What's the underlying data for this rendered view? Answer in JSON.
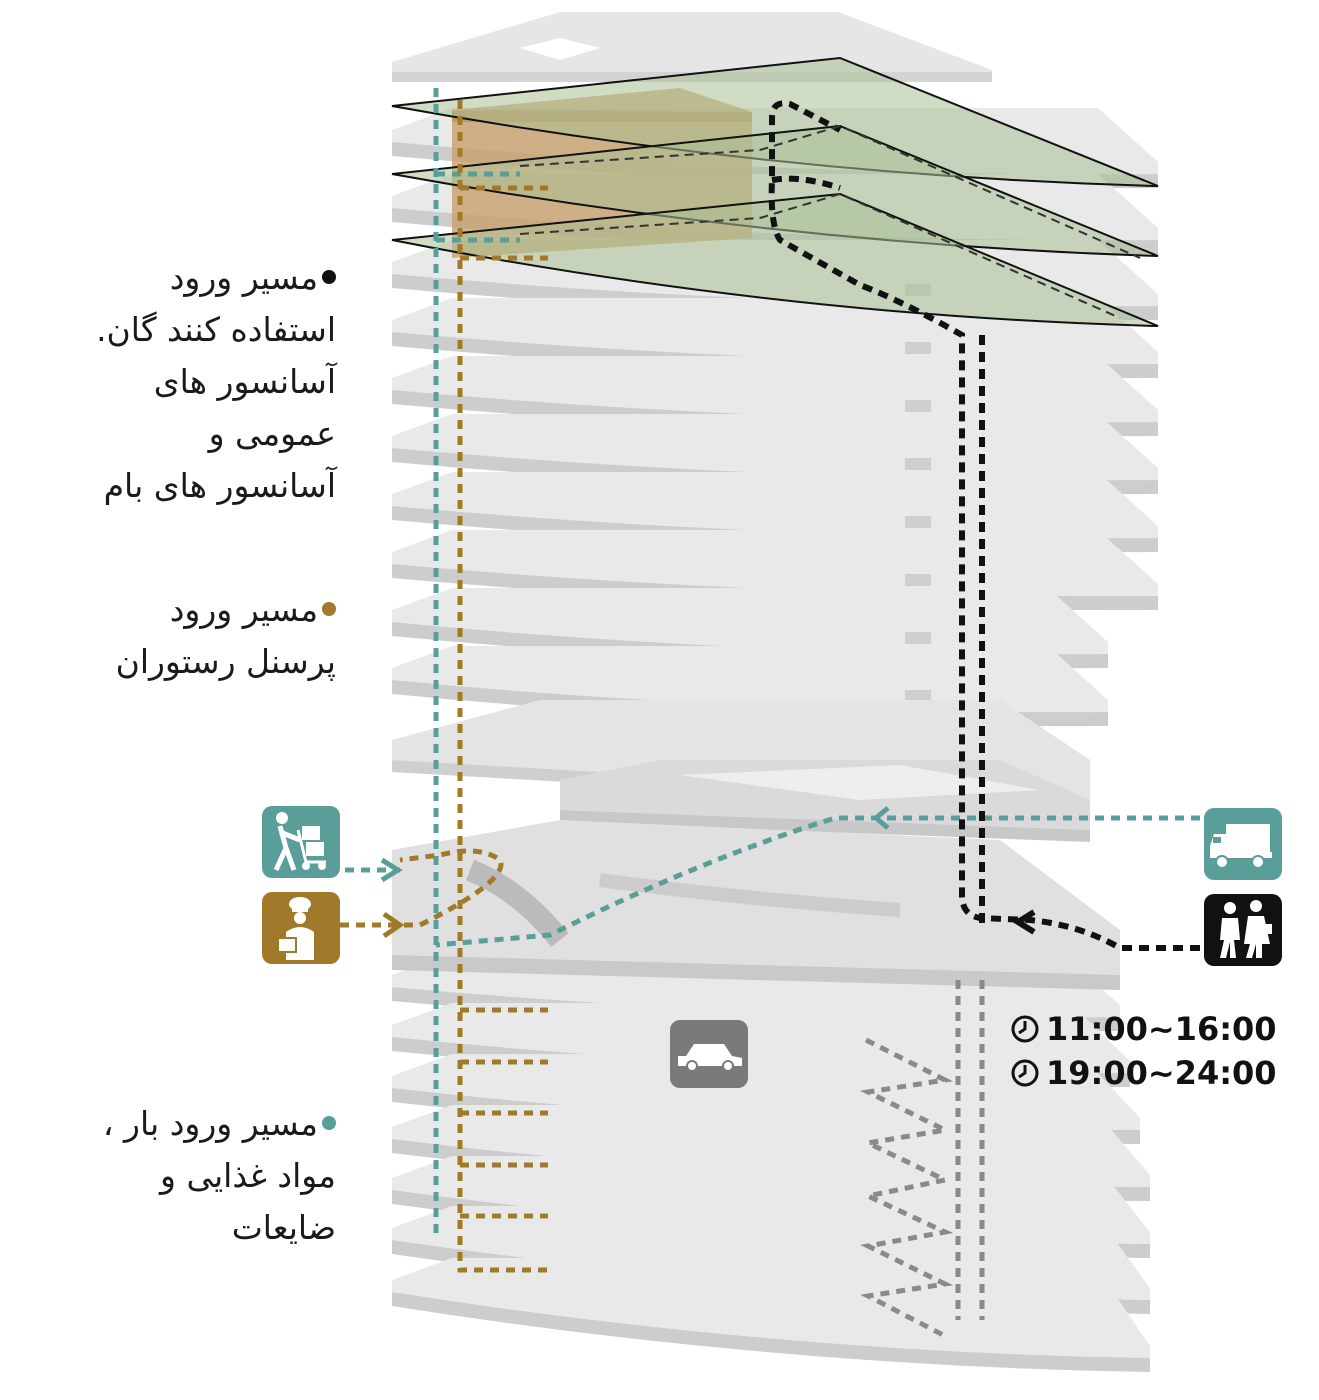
{
  "legends": {
    "users": {
      "lines": [
        "مسیر ورود",
        "استفاده کنند گان.",
        "آسانسور های",
        "عمومی و",
        "آسانسور های بام"
      ],
      "bullet_color": "#111111"
    },
    "staff": {
      "lines": [
        "مسیر ورود",
        "پرسنل رستوران"
      ],
      "bullet_color": "#a07a2a"
    },
    "cargo": {
      "lines": [
        "مسیر ورود بار ،",
        "مواد غذایی و",
        "ضایعات"
      ],
      "bullet_color": "#5a9e9a"
    }
  },
  "hours": {
    "slot1": "11:00~16:00",
    "slot2": "19:00~24:00"
  },
  "icons": {
    "cargo_worker": "hand-truck-worker-icon",
    "chef": "chef-icon",
    "truck": "delivery-truck-icon",
    "visitors": "pedestrians-icon",
    "parking": "car-icon"
  },
  "colors": {
    "teal": "#5a9e9a",
    "gold": "#a07a2a",
    "black": "#111111",
    "gray": "#7a7a7a",
    "green_floor": "#b6c9a4",
    "brown_block": "#c8a06a"
  }
}
